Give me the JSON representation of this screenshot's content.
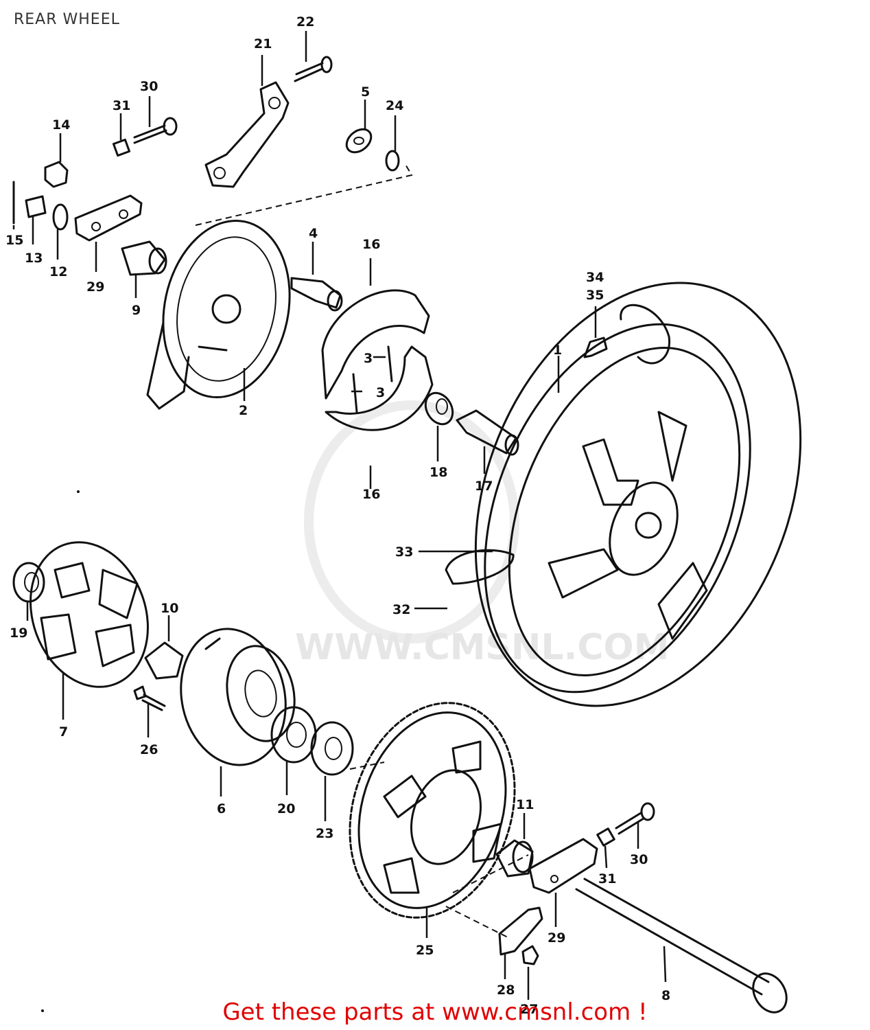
{
  "title": "REAR WHEEL",
  "watermark": "WWW.CMSNL.COM",
  "footer_link_text": "Get these parts at www.cmsnl.com !",
  "colors": {
    "ink": "#111111",
    "footer": "#e00000",
    "watermark": "#e6e6e6"
  },
  "callouts": {
    "n1": "1",
    "n2": "2",
    "n3a": "3",
    "n3b": "3",
    "n4": "4",
    "n5": "5",
    "n6": "6",
    "n7": "7",
    "n8": "8",
    "n9": "9",
    "n10": "10",
    "n11": "11",
    "n12": "12",
    "n13": "13",
    "n14": "14",
    "n15": "15",
    "n16a": "16",
    "n16b": "16",
    "n17": "17",
    "n18": "18",
    "n19": "19",
    "n20": "20",
    "n21": "21",
    "n22": "22",
    "n23": "23",
    "n24": "24",
    "n25": "25",
    "n26": "26",
    "n27": "27",
    "n28": "28",
    "n29a": "29",
    "n29b": "29",
    "n30a": "30",
    "n30b": "30",
    "n31a": "31",
    "n31b": "31",
    "n32": "32",
    "n33": "33",
    "n34": "34",
    "n35": "35"
  }
}
